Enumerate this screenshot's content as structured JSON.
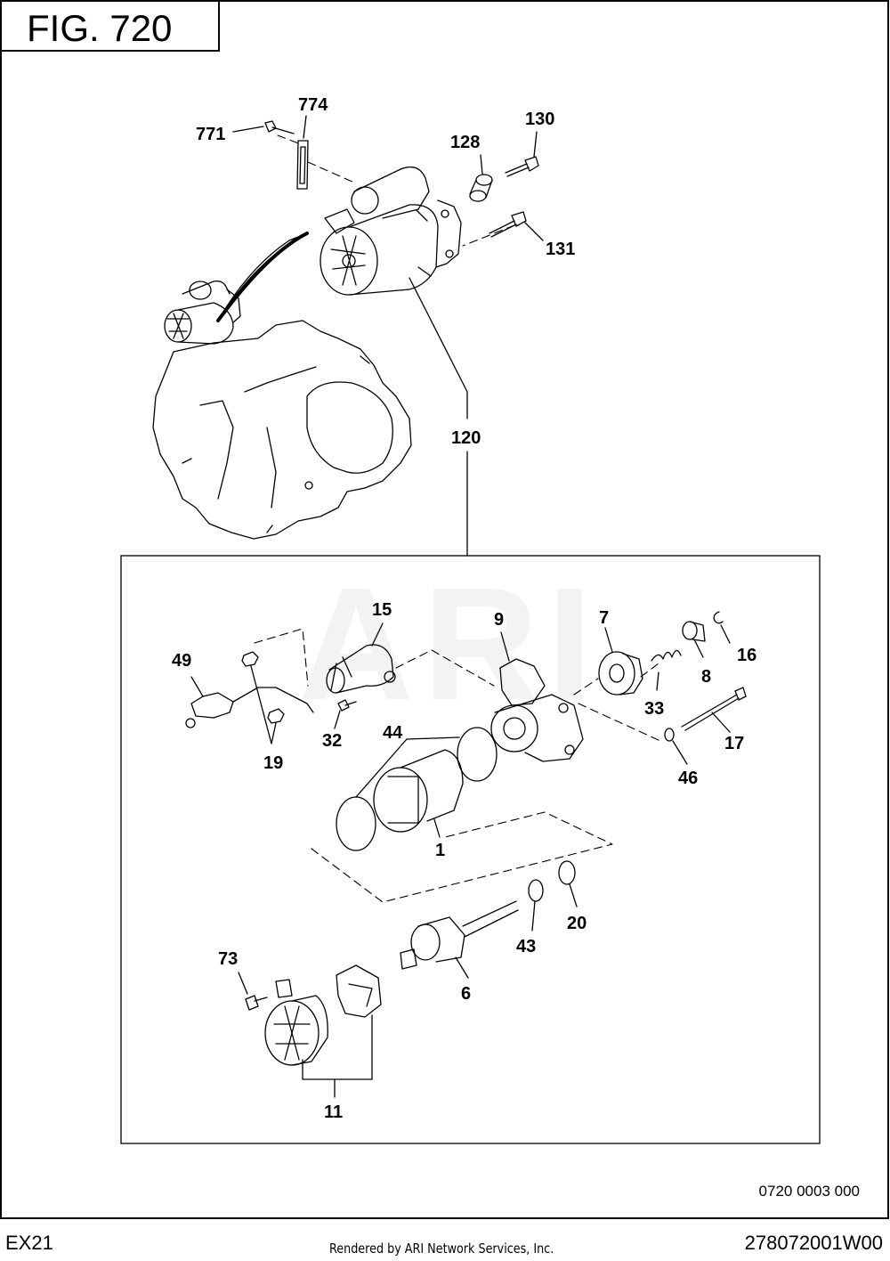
{
  "figure": {
    "label": "FIG.  720"
  },
  "callouts": {
    "c774": "774",
    "c771": "771",
    "c128": "128",
    "c130": "130",
    "c131": "131",
    "c120": "120",
    "c15": "15",
    "c9": "9",
    "c7": "7",
    "c16": "16",
    "c8": "8",
    "c49": "49",
    "c33": "33",
    "c32": "32",
    "c44": "44",
    "c17": "17",
    "c19": "19",
    "c46": "46",
    "c1": "1",
    "c20": "20",
    "c43": "43",
    "c73": "73",
    "c6": "6",
    "c11": "11"
  },
  "watermark": "ARI",
  "illustration_number": "0720 0003 000",
  "footer": {
    "model": "EX21",
    "rendered_by": "Rendered by ARI Network Services, Inc.",
    "document_number": "278072001W00"
  }
}
